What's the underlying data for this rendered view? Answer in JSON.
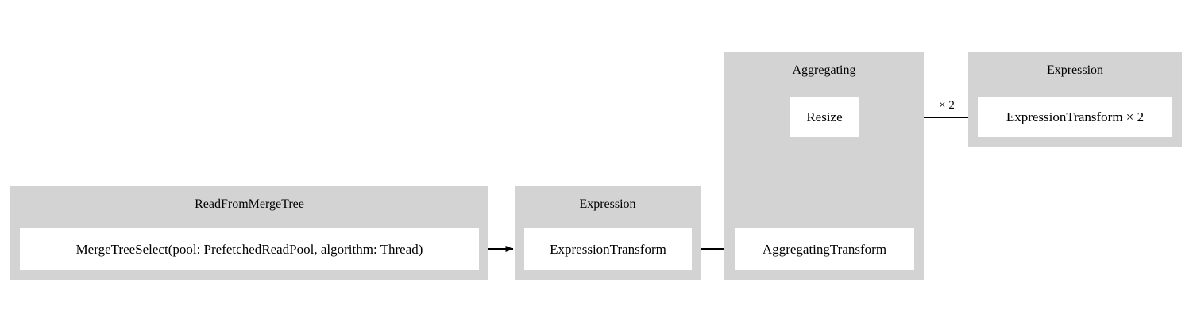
{
  "diagram": {
    "type": "pipeline-graph",
    "background_color": "#ffffff",
    "cluster_color": "#d3d3d3",
    "node_color": "#ffffff",
    "edge_color": "#000000",
    "clusters": [
      {
        "id": "read-from-merge-tree",
        "title": "ReadFromMergeTree",
        "node": "MergeTreeSelect(pool: PrefetchedReadPool, algorithm: Thread)"
      },
      {
        "id": "expression-left",
        "title": "Expression",
        "node": "ExpressionTransform"
      },
      {
        "id": "aggregating",
        "title": "Aggregating",
        "node_top": "Resize",
        "node_bottom": "AggregatingTransform"
      },
      {
        "id": "expression-right",
        "title": "Expression",
        "node": "ExpressionTransform × 2"
      }
    ],
    "edges": [
      {
        "id": "merge-tree-to-expression",
        "from": "MergeTreeSelect(pool: PrefetchedReadPool, algorithm: Thread)",
        "to": "ExpressionTransform",
        "label": ""
      },
      {
        "id": "expression-to-aggregating",
        "from": "ExpressionTransform",
        "to": "AggregatingTransform",
        "label": ""
      },
      {
        "id": "aggregating-to-resize",
        "from": "AggregatingTransform",
        "to": "Resize",
        "label": ""
      },
      {
        "id": "resize-to-expression-right",
        "from": "Resize",
        "to": "ExpressionTransform × 2",
        "label": "× 2"
      }
    ]
  }
}
